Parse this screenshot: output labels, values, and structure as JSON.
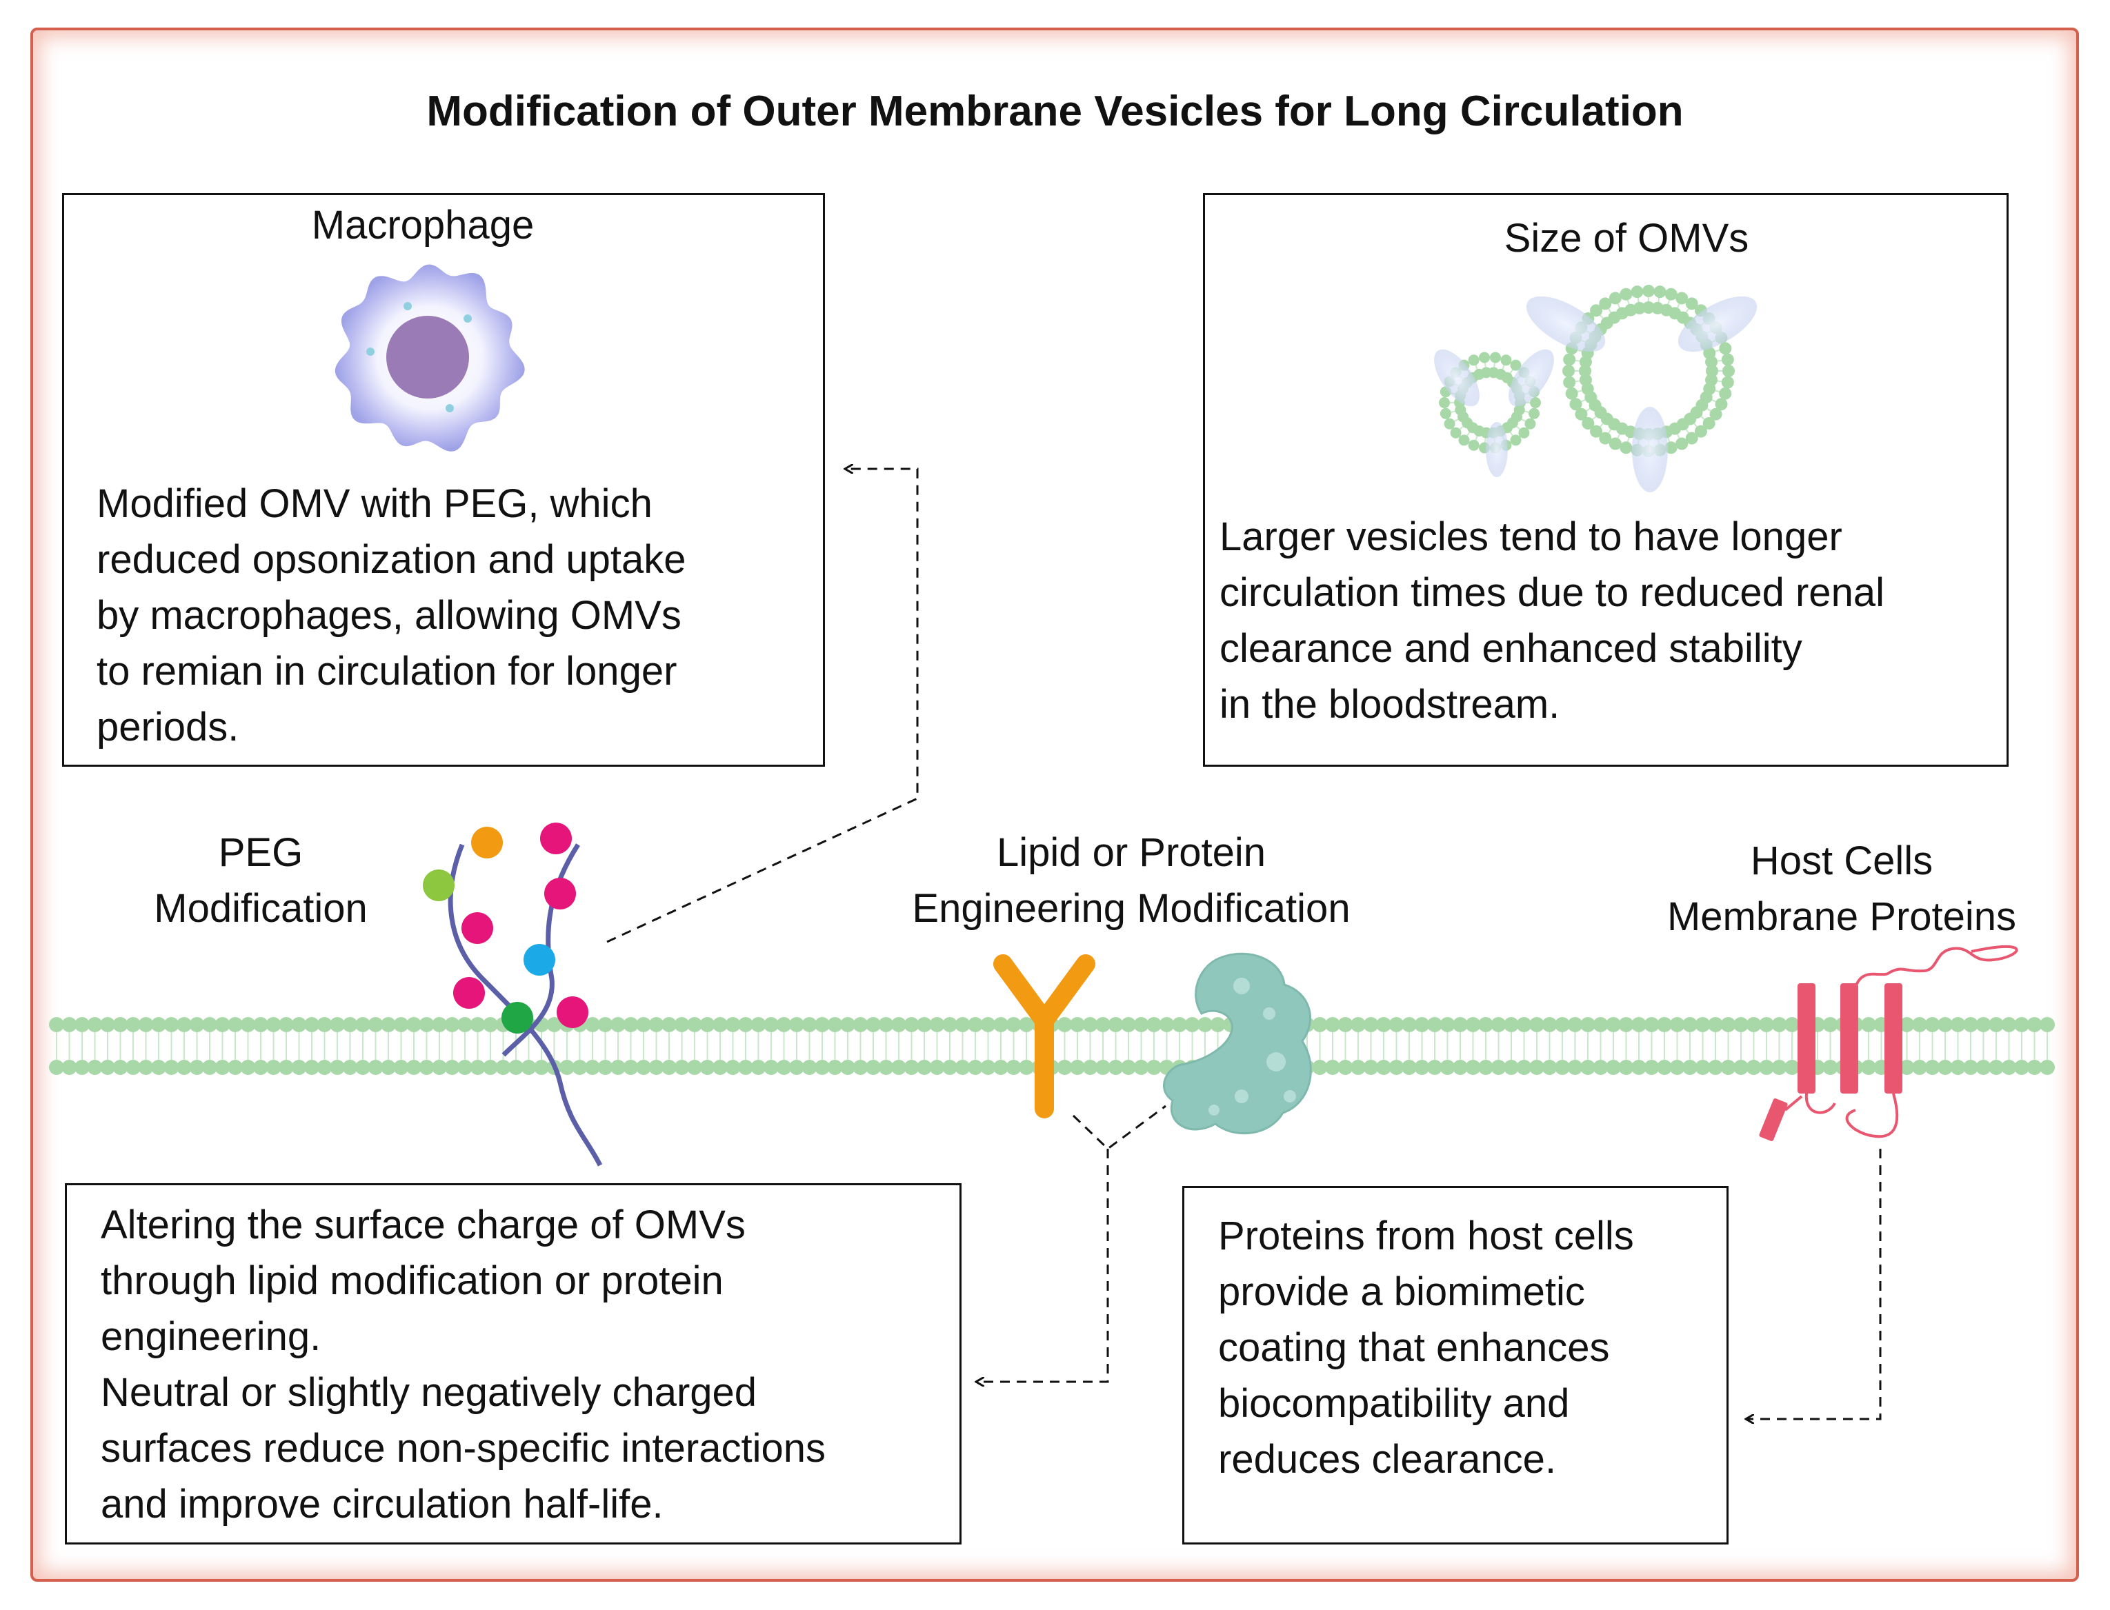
{
  "title": "Modification of Outer Membrane Vesicles for Long Circulation",
  "macrophage": {
    "heading": "Macrophage",
    "text": "Modified OMV with PEG, which\nreduced opsonization and uptake\nby macrophages, allowing OMVs\nto remian in circulation for longer\nperiods."
  },
  "size": {
    "heading": "Size of OMVs",
    "text": "Larger vesicles tend to have longer\ncirculation times due to reduced renal\nclearance and enhanced stability\nin the bloodstream."
  },
  "labels": {
    "peg": "PEG\nModification",
    "lipid_protein": "Lipid or Protein\nEngineering Modification",
    "host_cells": "Host Cells\nMembrane Proteins"
  },
  "charge": {
    "text": "Altering the surface charge of OMVs\nthrough lipid modification or protein\nengineering.\nNeutral or slightly negatively charged\nsurfaces reduce non-specific interactions\nand improve circulation half-life."
  },
  "host": {
    "text": "Proteins from host cells\nprovide a biomimetic\ncoating that enhances\nbiocompatibility and\nreduces clearance."
  },
  "colors": {
    "frame": "#d35f4c",
    "membrane": "#a8d8a8",
    "peg_chain": "#5b5fa8",
    "antibody": "#f29a12",
    "protein": "#8fc7bd",
    "host_protein": "#e8566f",
    "nucleus": "#9b7bb6"
  }
}
